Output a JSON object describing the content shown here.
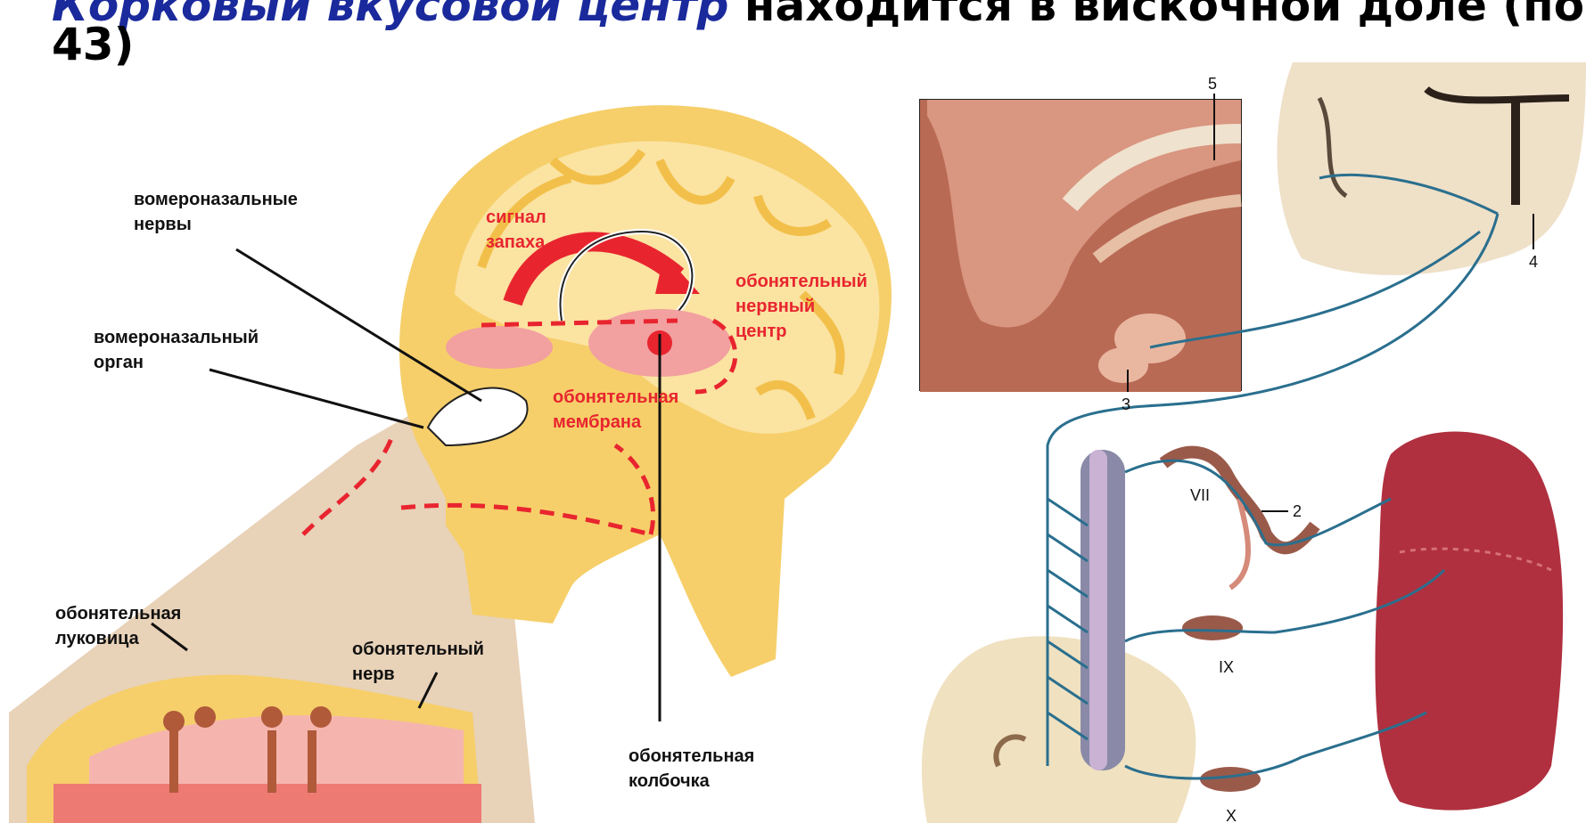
{
  "title": {
    "italic_part": "Корковый вкусовой центр",
    "rest_part": " находится в вискочной доле (поле",
    "line2": "43)"
  },
  "left_diagram": {
    "labels": {
      "vomeronasal_nerves_1": "вомероназальные",
      "vomeronasal_nerves_2": "нервы",
      "vomeronasal_organ_1": "вомероназальный",
      "vomeronasal_organ_2": "орган",
      "signal_1": "сигнал",
      "signal_2": "запаха",
      "olf_center_1": "обонятельный",
      "olf_center_2": "нервный",
      "olf_center_3": "центр",
      "olf_membrane_1": "обонятельная",
      "olf_membrane_2": "мембрана",
      "olf_bulb_1": "обонятельная",
      "olf_bulb_2": "луковица",
      "olf_nerve_1": "обонятельный",
      "olf_nerve_2": "нерв",
      "olf_flask_1": "обонятельная",
      "olf_flask_2": "колбочка"
    }
  },
  "right_diagram": {
    "numbers": {
      "n5": "5",
      "n4": "4",
      "n3": "3",
      "n2": "2"
    },
    "roman": {
      "vii": "VII",
      "ix": "IX",
      "x": "X"
    }
  },
  "colors": {
    "title_accent": "#1a2a9c",
    "label_red": "#e8252f",
    "head_yellow": "#f6cf6a",
    "nerve_blue": "#2a6f8e"
  }
}
